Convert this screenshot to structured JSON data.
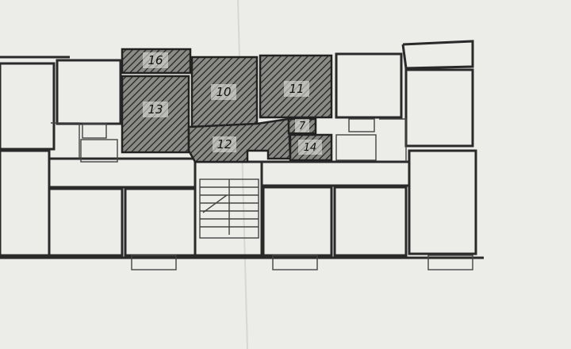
{
  "rooms": [
    {
      "id": "16",
      "label": "16"
    },
    {
      "id": "13",
      "label": "13"
    },
    {
      "id": "10",
      "label": "10"
    },
    {
      "id": "11",
      "label": "11"
    },
    {
      "id": "7",
      "label": "7"
    },
    {
      "id": "12",
      "label": "12"
    },
    {
      "id": "14",
      "label": "14"
    }
  ],
  "colors": {
    "paper": "#e9e9e6",
    "wall": "#2a2a2a",
    "hatch_fill": "#6f6f6c"
  }
}
